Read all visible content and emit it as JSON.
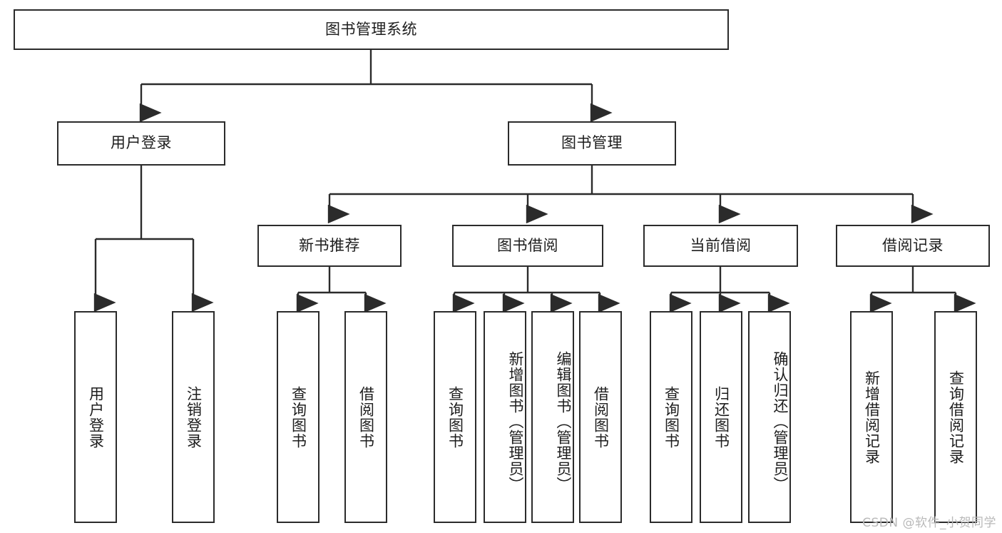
{
  "diagram": {
    "type": "tree-hierarchy-chart",
    "title": "图书管理系统",
    "root": {
      "id": "root",
      "label": "图书管理系统",
      "orientation": "horizontal"
    },
    "level1": [
      {
        "id": "user-login",
        "label": "用户登录",
        "orientation": "horizontal"
      },
      {
        "id": "book-manage",
        "label": "图书管理",
        "orientation": "horizontal"
      }
    ],
    "level2": [
      {
        "id": "new-book-rec",
        "label": "新书推荐",
        "orientation": "horizontal",
        "parent": "book-manage"
      },
      {
        "id": "book-borrow",
        "label": "图书借阅",
        "orientation": "horizontal",
        "parent": "book-manage"
      },
      {
        "id": "current-borrow",
        "label": "当前借阅",
        "orientation": "horizontal",
        "parent": "book-manage"
      },
      {
        "id": "borrow-record",
        "label": "借阅记录",
        "orientation": "horizontal",
        "parent": "book-manage"
      }
    ],
    "leaves": [
      {
        "id": "leaf-user-login",
        "label": "用户登录",
        "orientation": "vertical",
        "parent": "user-login"
      },
      {
        "id": "leaf-logout",
        "label": "注销登录",
        "orientation": "vertical",
        "parent": "user-login"
      },
      {
        "id": "leaf-query-book-1",
        "label": "查询图书",
        "orientation": "vertical",
        "parent": "new-book-rec"
      },
      {
        "id": "leaf-borrow-book-1",
        "label": "借阅图书",
        "orientation": "vertical",
        "parent": "new-book-rec"
      },
      {
        "id": "leaf-query-book-2",
        "label": "查询图书",
        "orientation": "vertical",
        "parent": "book-borrow"
      },
      {
        "id": "leaf-add-book",
        "label": "新增图书（管理员）",
        "orientation": "vertical",
        "parent": "book-borrow"
      },
      {
        "id": "leaf-edit-book",
        "label": "编辑图书（管理员）",
        "orientation": "vertical",
        "parent": "book-borrow"
      },
      {
        "id": "leaf-borrow-book-2",
        "label": "借阅图书",
        "orientation": "vertical",
        "parent": "book-borrow"
      },
      {
        "id": "leaf-query-book-3",
        "label": "查询图书",
        "orientation": "vertical",
        "parent": "current-borrow"
      },
      {
        "id": "leaf-return-book",
        "label": "归还图书",
        "orientation": "vertical",
        "parent": "current-borrow"
      },
      {
        "id": "leaf-confirm-return",
        "label": "确认归还（管理员）",
        "orientation": "vertical",
        "parent": "current-borrow"
      },
      {
        "id": "leaf-add-record",
        "label": "新增借阅记录",
        "orientation": "vertical",
        "parent": "borrow-record"
      },
      {
        "id": "leaf-query-record",
        "label": "查询借阅记录",
        "orientation": "vertical",
        "parent": "borrow-record"
      }
    ],
    "colors": {
      "stroke": "#2b2b2b",
      "fill": "#ffffff",
      "text": "#1d1d1d",
      "watermark": "#b9b9b9"
    }
  },
  "watermark": {
    "text": "CSDN @软件_小贺同学"
  }
}
